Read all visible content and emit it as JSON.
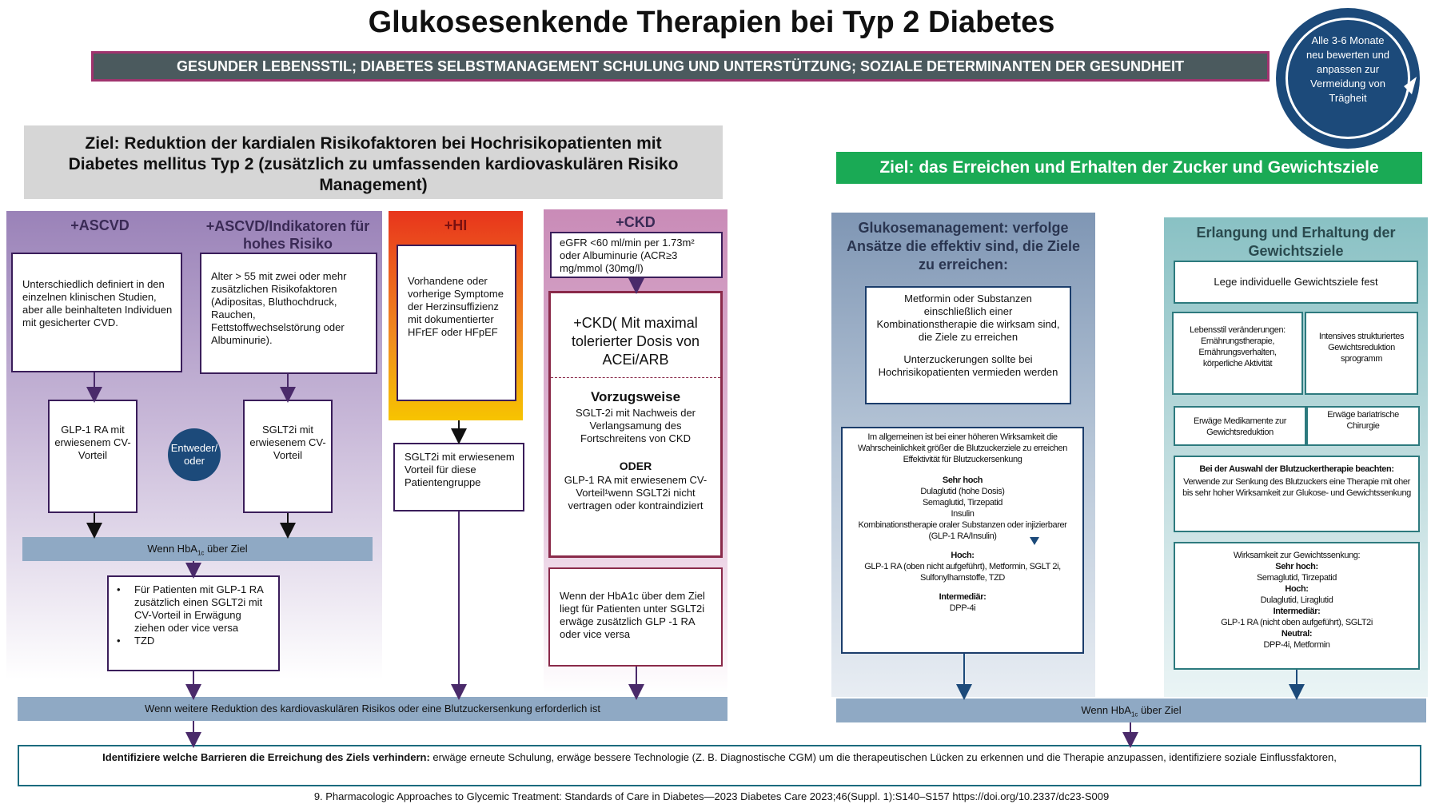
{
  "title": "Glukosesenkende Therapien bei Typ 2 Diabetes",
  "banner": "GESUNDER LEBENSSTIL; DIABETES SELBSTMANAGEMENT SCHULUNG UND UNTERSTÜTZUNG; SOZIALE DETERMINANTEN DER GESUNDHEIT",
  "cycle_text": "Alle 3-6 Monate neu bewerten und anpassen zur Vermeidung von Trägheit",
  "left_goal": "Ziel: Reduktion der kardialen Risikofaktoren bei Hochrisikopatienten mit Diabetes mellitus Typ 2 (zusätzlich zu umfassenden kardiovaskulären Risiko Management)",
  "right_goal": "Ziel: das Erreichen und Erhalten der Zucker und Gewichtsziele",
  "ascvd": {
    "header": "+ASCVD",
    "desc": "Unterschiedlich definiert in den einzelnen klinischen Studien, aber alle beinhalteten Individuen mit gesicherter CVD.",
    "drug": "GLP-1 RA mit erwiesenem CV-Vorteil"
  },
  "ascvd_risk": {
    "header": "+ASCVD/Indikatoren für hohes Risiko",
    "desc": "Alter > 55 mit zwei oder mehr zusätzlichen Risikofaktoren (Adipositas, Bluthochdruck, Rauchen, Fettstoffwechselstörung oder Albuminurie).",
    "drug": "SGLT2i mit erwiesenem CV-Vorteil"
  },
  "either_or": "Entweder/ oder",
  "hba1c_bar_left": "Wenn HbA",
  "hba1c_sub": "1c",
  "hba1c_bar_left_end": " über Ziel",
  "glp1_followup": {
    "item1": "Für Patienten mit GLP-1 RA zusätzlich einen SGLT2i mit CV-Vorteil in Erwägung ziehen oder vice versa",
    "item2": "TZD",
    "bullet": "•"
  },
  "hi": {
    "header": "+HI",
    "desc": "Vorhandene oder vorherige Symptome der Herzinsuffizienz mit dokumentierter HFrEF oder HFpEF",
    "drug": "SGLT2i mit erwiesenem Vorteil für diese Patientengruppe"
  },
  "ckd": {
    "header": "+CKD",
    "criteria": "eGFR <60 ml/min per 1.73m² oder Albuminurie (ACR≥3 mg/mmol (30mg/l)",
    "dose": "+CKD( Mit maximal tolerierter Dosis von ACEi/ARB",
    "pref_title": "Vorzugsweise",
    "pref_text": "SGLT-2i mit Nachweis der Verlangsamung des Fortschreitens von CKD",
    "or": "ODER",
    "alt_text": "GLP-1 RA mit erwiesenem CV-Vorteil¹wenn SGLT2i nicht vertragen oder kontraindiziert",
    "followup": "Wenn der HbA1c über dem Ziel liegt für Patienten unter SGLT2i erwäge zusätzlich GLP -1 RA oder vice versa"
  },
  "bottom_bar_left": "Wenn weitere Reduktion des kardiovaskulären Risikos oder eine Blutzuckersenkung erforderlich ist",
  "glucose": {
    "header": "Glukosemanagement: verfolge Ansätze die effektiv sind, die Ziele zu erreichen:",
    "box1_a": "Metformin oder Substanzen einschließlich einer Kombinationstherapie die wirksam sind, die Ziele zu erreichen",
    "box1_b": "Unterzuckerungen sollte bei Hochrisikopatienten vermieden werden",
    "box2_intro": "Im allgemeinen ist bei einer höheren Wirksamkeit die Wahrscheinlichkeit größer die Blutzuckerziele zu erreichen",
    "box2_eff": "Effektivität für Blutzuckersenkung",
    "very_high_title": "Sehr hoch",
    "very_high_1": "Dulaglutid (hohe Dosis)",
    "very_high_2": "Semaglutid, Tirzepatid",
    "very_high_3": "Insulin",
    "very_high_4": "Kombinationstherapie oraler Substanzen oder injizierbarer (GLP-1 RA/Insulin)",
    "high_title": "Hoch:",
    "high_text": "GLP-1 RA (oben nicht aufgeführt), Metformin, SGLT 2i, Sulfonylharnstoffe, TZD",
    "inter_title": "Intermediär:",
    "inter_text": "DPP-4i"
  },
  "bottom_bar_right": "Wenn HbA",
  "weight": {
    "header": "Erlangung und Erhaltung der Gewichtsziele",
    "goal": "Lege individuelle Gewichtsziele fest",
    "lifestyle": "Lebensstil veränderungen: Ernährungstherapie, Ernährungsverhalten, körperliche Aktivität",
    "intensive": "Intensives strukturiertes Gewichtsreduktion sprogramm",
    "meds": "Erwäge Medikamente zur Gewichtsreduktion",
    "surgery": "Erwäge bariatrische Chirurgie",
    "choice_title": "Bei der Auswahl der Blutzuckertherapie beachten:",
    "choice_text": "Verwende zur Senkung des Blutzuckers eine Therapie mit oher bis sehr hoher Wirksamkeit zur Glukose- und Gewichtssenkung",
    "eff_title": "Wirksamkeit zur Gewichtssenkung:",
    "vh_title": "Sehr hoch:",
    "vh_text": "Semaglutid, Tirzepatid",
    "h_title": "Hoch:",
    "h_text": "Dulaglutid, Liraglutid",
    "i_title": "Intermediär:",
    "i_text": "GLP-1 RA (nicht oben aufgeführt), SGLT2i",
    "n_title": "Neutral:",
    "n_text": "DPP-4i, Metformin"
  },
  "barriers_bold": "Identifiziere welche Barrieren die Erreichung des Ziels verhindern:",
  "barriers_text": " erwäge erneute Schulung, erwäge bessere Technologie (Z. B. Diagnostische CGM) um die therapeutischen Lücken zu erkennen und die Therapie anzupassen, identifiziere soziale Einflussfaktoren,",
  "citation": "9. Pharmacologic Approaches to Glycemic Treatment: Standards of Care in Diabetes—2023 Diabetes Care 2023;46(Suppl. 1):S140–S157 https://doi.org/10.2337/dc23-S009",
  "colors": {
    "purple_bg": "#a48fc0",
    "red_orange": "#e8351c",
    "yellow": "#f7c400",
    "pink": "#c98bb7",
    "blue_gray": "#7f96b4",
    "teal": "#89c1c4",
    "gray_bar": "#8fa9c4",
    "green": "#1aaa55",
    "navy": "#1c4a7a"
  }
}
